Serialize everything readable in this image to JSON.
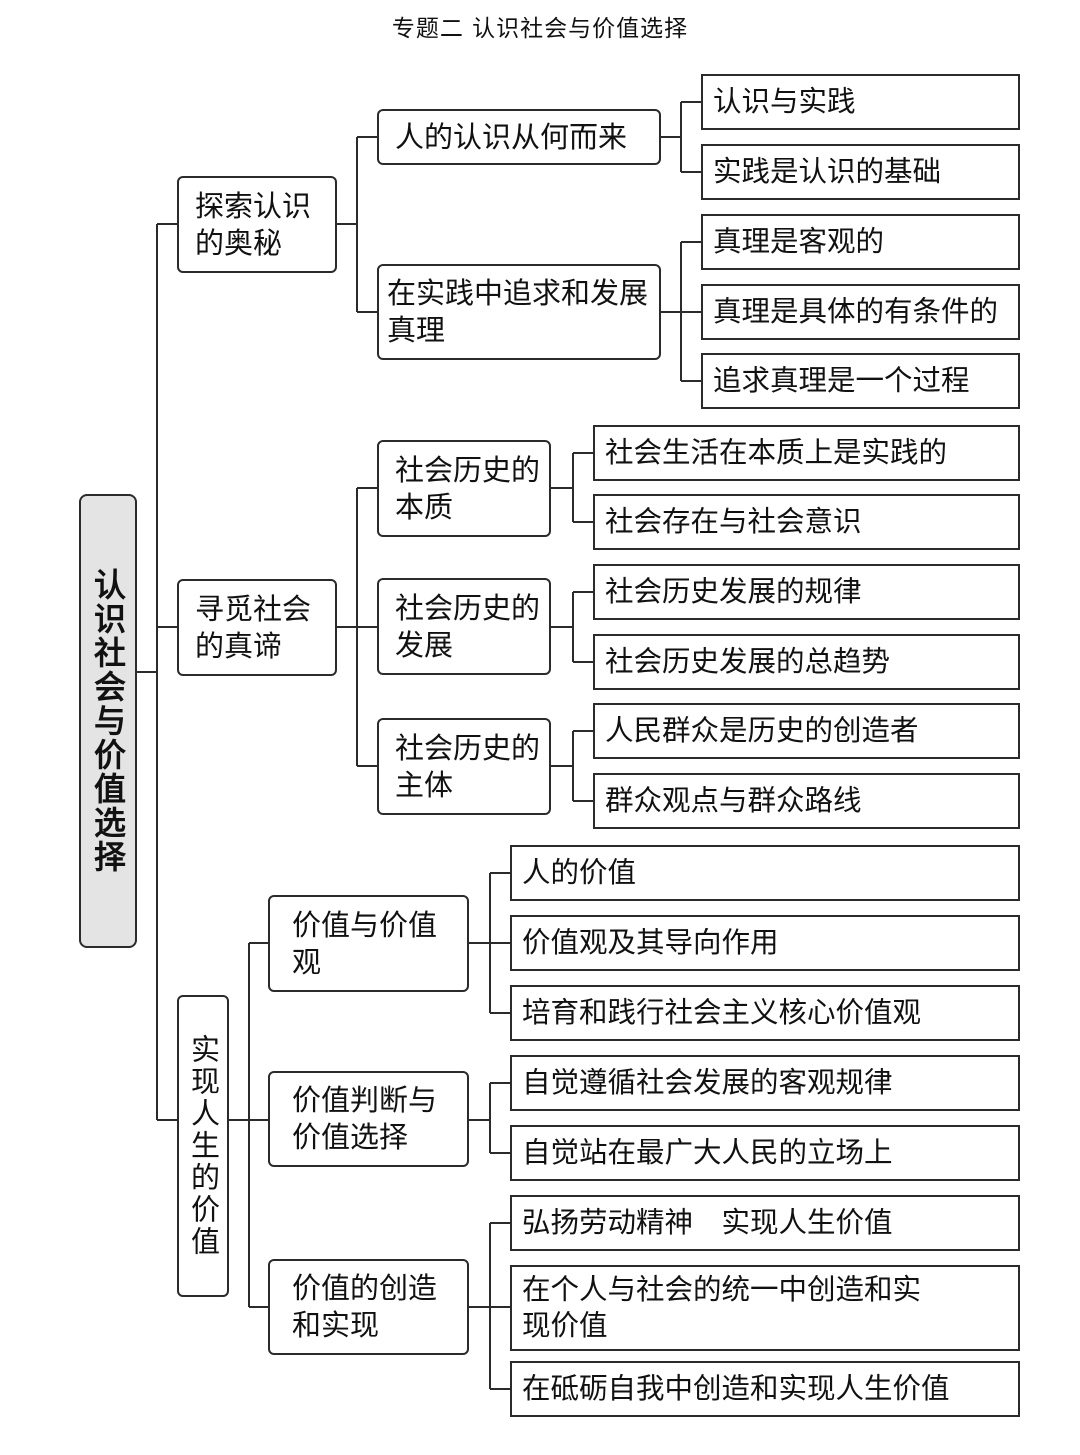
{
  "title": "专题二  认识社会与价值选择",
  "root": "认识社会与价值选择",
  "sections": [
    {
      "label": "探索认识的奥秘",
      "groups": [
        {
          "label": "人的认识从何而来",
          "items": [
            "认识与实践",
            "实践是认识的基础"
          ]
        },
        {
          "label": "在实践中追求和发展真理",
          "items": [
            "真理是客观的",
            "真理是具体的有条件的",
            "追求真理是一个过程"
          ]
        }
      ]
    },
    {
      "label": "寻觅社会的真谛",
      "groups": [
        {
          "label": "社会历史的本质",
          "items": [
            "社会生活在本质上是实践的",
            "社会存在与社会意识"
          ]
        },
        {
          "label": "社会历史的发展",
          "items": [
            "社会历史发展的规律",
            "社会历史发展的总趋势"
          ]
        },
        {
          "label": "社会历史的主体",
          "items": [
            "人民群众是历史的创造者",
            "群众观点与群众路线"
          ]
        }
      ]
    },
    {
      "label": "实现人生的价值",
      "groups": [
        {
          "label": "价值与价值观",
          "items": [
            "人的价值",
            "价值观及其导向作用",
            "培育和践行社会主义核心价值观"
          ]
        },
        {
          "label": "价值判断与价值选择",
          "items": [
            "自觉遵循社会发展的客观规律",
            "自觉站在最广大人民的立场上"
          ]
        },
        {
          "label": "价值的创造和实现",
          "items": [
            "弘扬劳动精神　实现人生价值",
            "在个人与社会的统一中创造和实现价值",
            "在砥砺自我中创造和实现人生价值"
          ]
        }
      ]
    }
  ]
}
